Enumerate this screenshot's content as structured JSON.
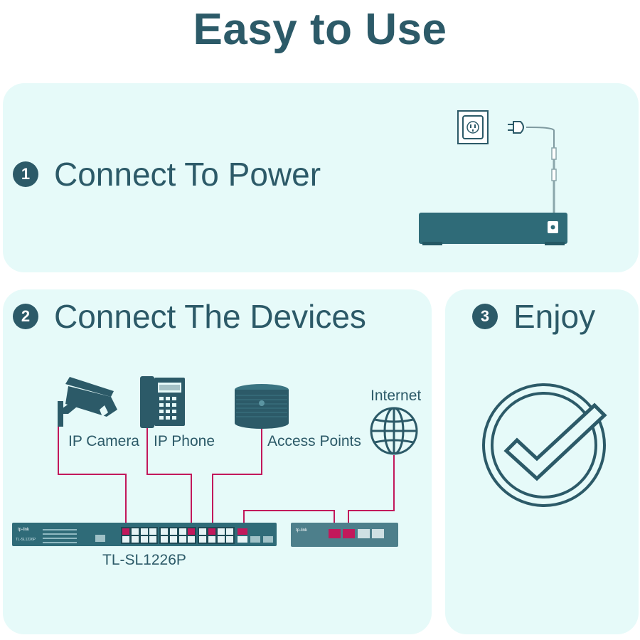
{
  "title": "Easy to Use",
  "steps": [
    {
      "number": "1",
      "label": "Connect To Power"
    },
    {
      "number": "2",
      "label": "Connect The Devices"
    },
    {
      "number": "3",
      "label": "Enjoy"
    }
  ],
  "devices": {
    "camera": "IP Camera",
    "phone": "IP Phone",
    "access_points": "Access Points",
    "internet": "Internet",
    "switch_model": "TL-SL1226P"
  },
  "branding": {
    "switch_logo": "tp-link",
    "router_logo": "tp-link",
    "switch_small_text": "TL-SL1226P"
  },
  "colors": {
    "title": "#2c5a68",
    "panel": "#e6faf9",
    "device": "#2f6b78",
    "cable": "#c2185b"
  }
}
